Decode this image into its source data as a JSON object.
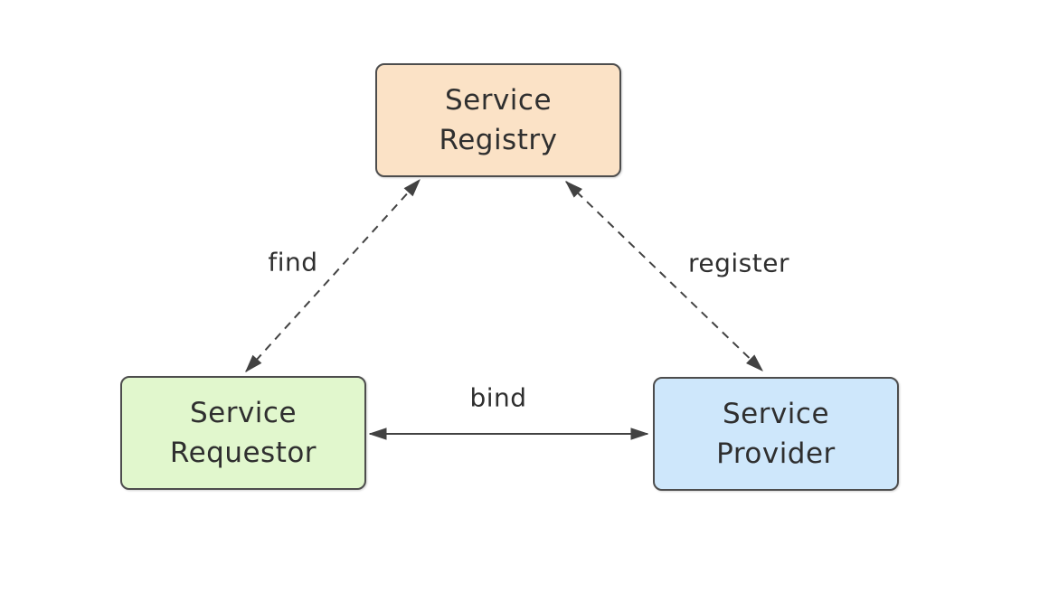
{
  "diagram": {
    "background_color": "#ffffff",
    "line_color": "#424242",
    "nodes": [
      {
        "id": "service-registry",
        "label": "Service\nRegistry",
        "fill": "#fbe2c6",
        "border_color": "#4d4d4d",
        "placement": "top-center"
      },
      {
        "id": "service-requestor",
        "label": "Service\nRequestor",
        "fill": "#e1f7cd",
        "border_color": "#4d4d4d",
        "placement": "bottom-left"
      },
      {
        "id": "service-provider",
        "label": "Service\nProvider",
        "fill": "#cee7fb",
        "border_color": "#4d4d4d",
        "placement": "bottom-right"
      }
    ],
    "edges": [
      {
        "id": "find",
        "label": "find",
        "from": "service-requestor",
        "to": "service-registry",
        "line_style": "dashed",
        "arrows": "both"
      },
      {
        "id": "register",
        "label": "register",
        "from": "service-provider",
        "to": "service-registry",
        "line_style": "dashed",
        "arrows": "both"
      },
      {
        "id": "bind",
        "label": "bind",
        "from": "service-requestor",
        "to": "service-provider",
        "line_style": "solid",
        "arrows": "both"
      }
    ]
  }
}
